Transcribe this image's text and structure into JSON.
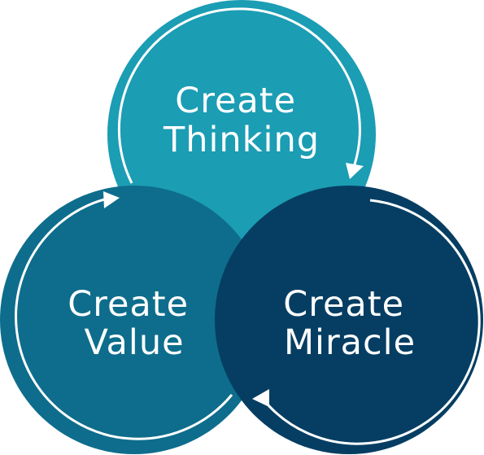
{
  "diagram": {
    "circles": [
      {
        "id": "thinking",
        "line1": "Create",
        "line2": "Thinking",
        "color": "#1B9DB4"
      },
      {
        "id": "value",
        "line1": "Create",
        "line2": "Value",
        "color": "#0E6D8C"
      },
      {
        "id": "miracle",
        "line1": "Create",
        "line2": "Miracle",
        "color": "#063E63"
      }
    ],
    "overlap_color": "#0D4F73",
    "label_color": "#FFFFFF"
  }
}
